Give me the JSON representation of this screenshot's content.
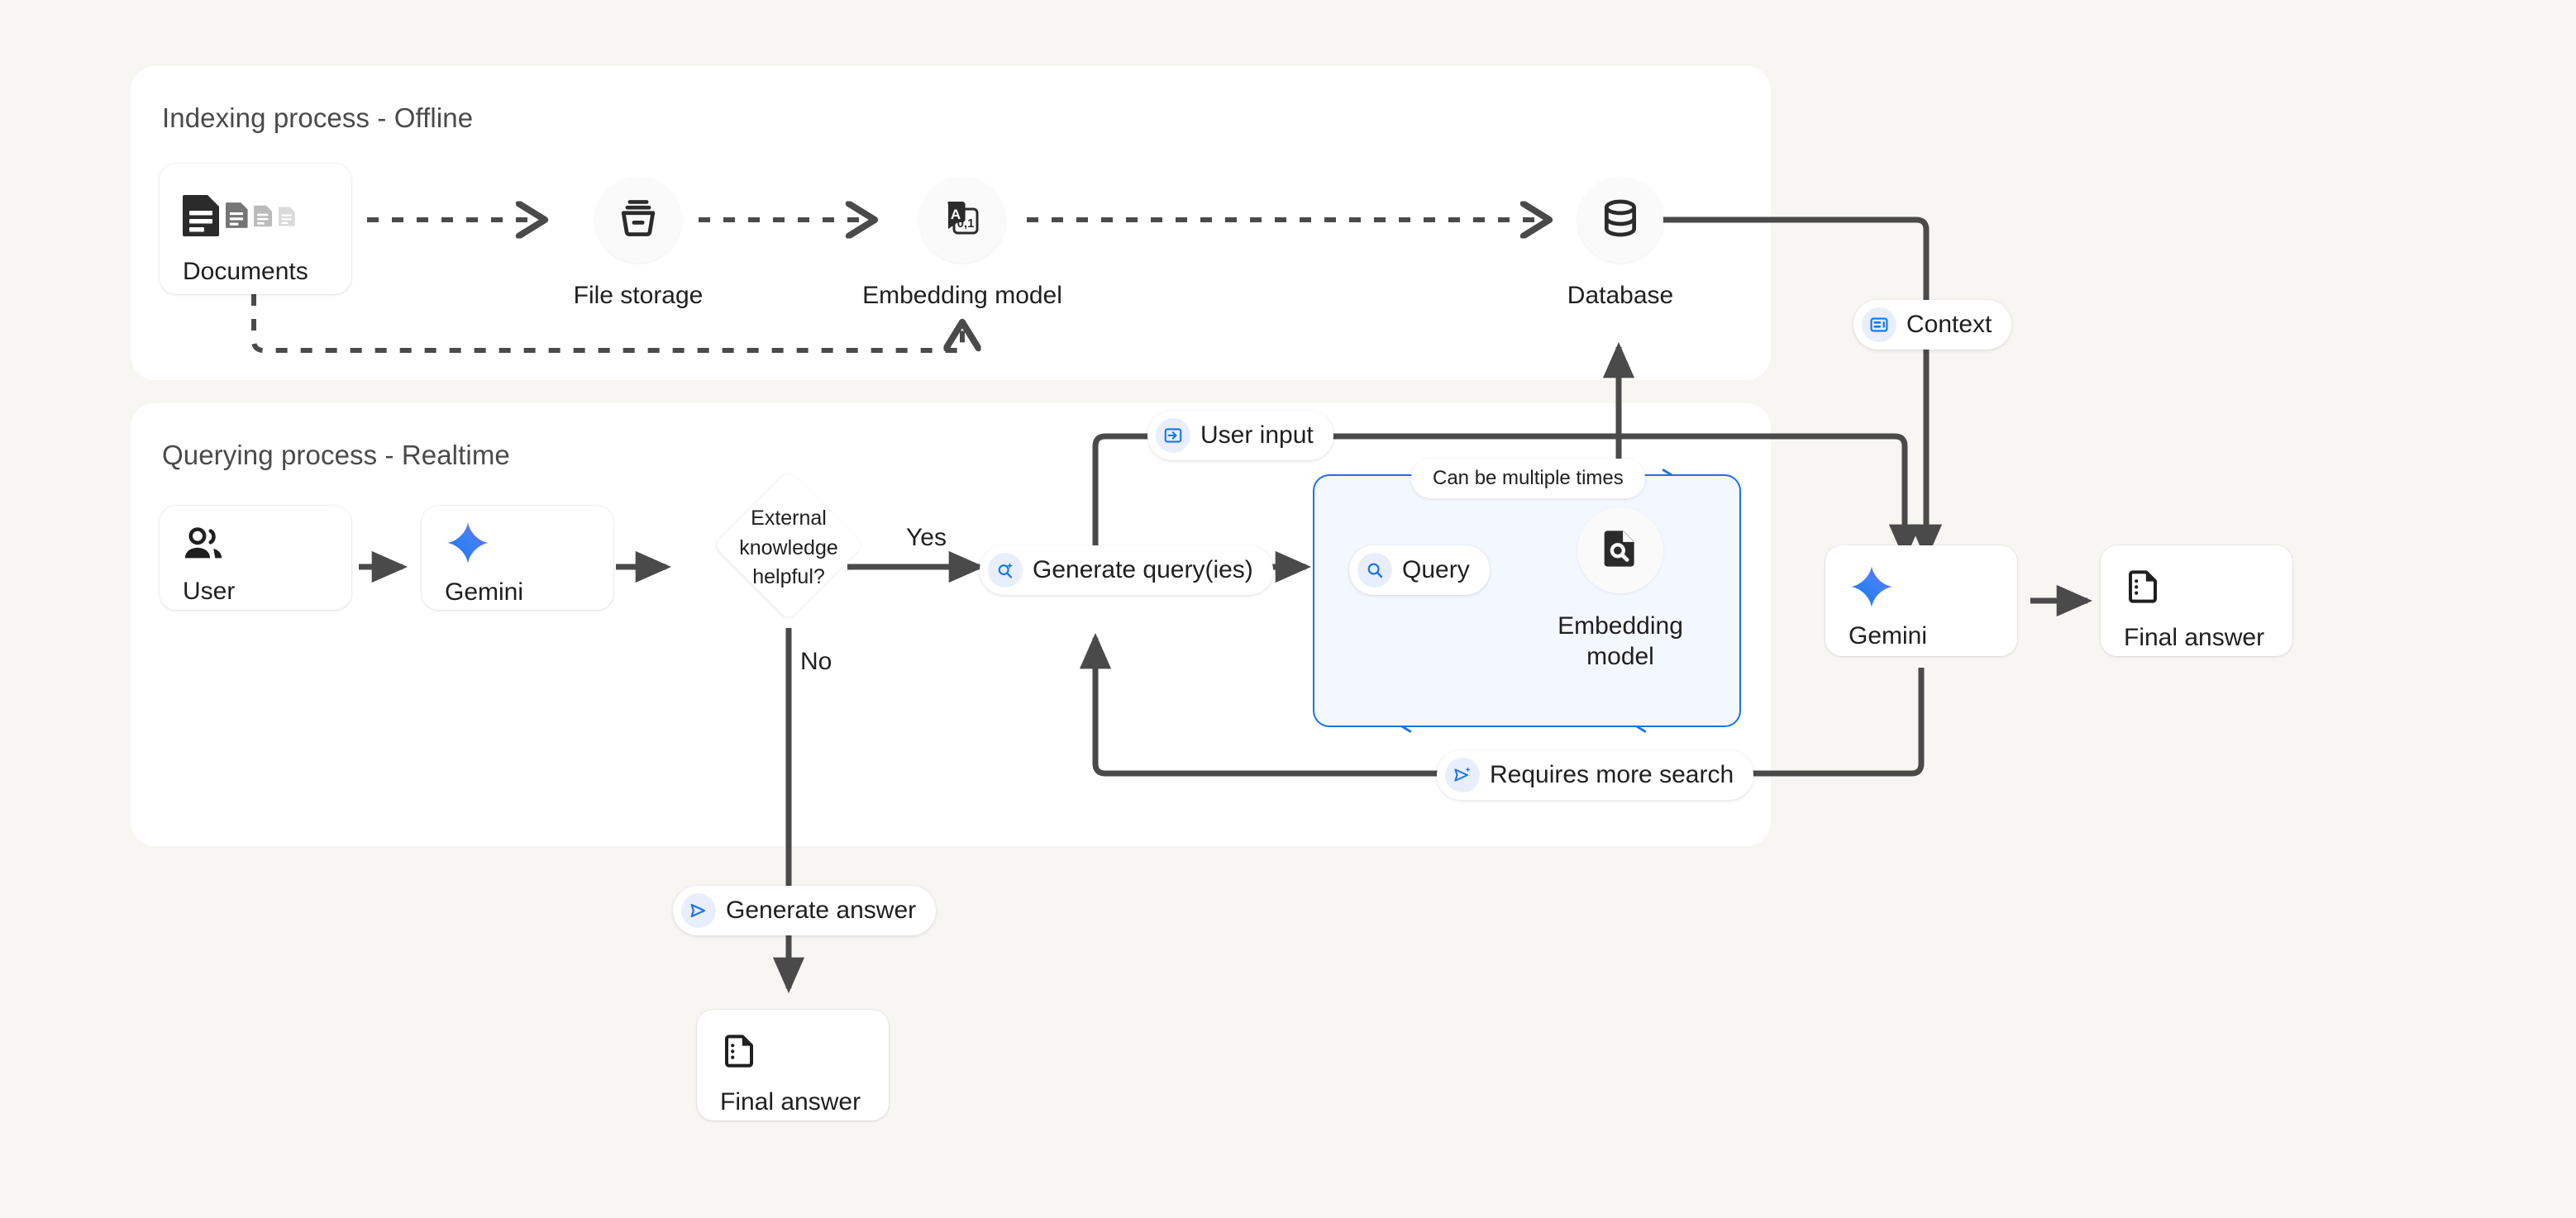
{
  "canvas": {
    "background_color": "#f7f6f3",
    "panel_color": "#ffffff",
    "accent_blue": "#1a73e8",
    "loop_fill": "#f3f8fe",
    "edge_color": "#4a4a4a"
  },
  "panels": [
    {
      "id": "indexing",
      "title": "Indexing process - Offline"
    },
    {
      "id": "querying",
      "title": "Querying process - Realtime"
    }
  ],
  "indexing": {
    "nodes": [
      {
        "id": "documents",
        "label": "Documents",
        "icon": "documents-stack-icon",
        "shape": "card"
      },
      {
        "id": "file-storage",
        "label": "File storage",
        "icon": "archive-box-icon",
        "shape": "circle"
      },
      {
        "id": "embedding-model",
        "label": "Embedding model",
        "icon": "translate-vector-icon",
        "shape": "circle"
      },
      {
        "id": "database",
        "label": "Database",
        "icon": "database-icon",
        "shape": "circle"
      }
    ]
  },
  "querying": {
    "nodes": [
      {
        "id": "user",
        "label": "User",
        "icon": "people-icon",
        "shape": "card"
      },
      {
        "id": "gemini-left",
        "label": "Gemini",
        "icon": "gemini-spark-icon",
        "shape": "card"
      },
      {
        "id": "embedding-model-2",
        "label": "Embedding model",
        "icon": "document-search-icon",
        "shape": "circle"
      },
      {
        "id": "gemini-right",
        "label": "Gemini",
        "icon": "gemini-spark-icon",
        "shape": "card"
      },
      {
        "id": "final-answer-right",
        "label": "Final answer",
        "icon": "answer-doc-icon",
        "shape": "card"
      }
    ],
    "decision": {
      "id": "external-knowledge",
      "text": "External knowledge helpful?"
    },
    "branch_labels": {
      "yes": "Yes",
      "no": "No"
    },
    "loop_box": {
      "note": "Can be multiple times"
    }
  },
  "final": {
    "node": {
      "id": "final-answer-bottom",
      "label": "Final answer",
      "icon": "answer-doc-icon"
    }
  },
  "chips": [
    {
      "id": "context",
      "label": "Context",
      "icon": "context-window-icon"
    },
    {
      "id": "user-input",
      "label": "User input",
      "icon": "input-arrow-icon"
    },
    {
      "id": "generate-queries",
      "label": "Generate query(ies)",
      "icon": "search-sparkle-icon"
    },
    {
      "id": "query",
      "label": "Query",
      "icon": "search-icon"
    },
    {
      "id": "requires-more-search",
      "label": "Requires more search",
      "icon": "send-sparkle-icon"
    },
    {
      "id": "generate-answer",
      "label": "Generate answer",
      "icon": "send-icon"
    }
  ]
}
